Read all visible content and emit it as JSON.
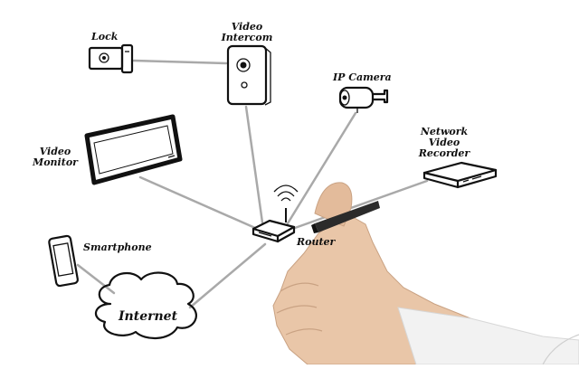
{
  "diagram": {
    "nodes": {
      "lock": {
        "label": "Lock",
        "icon": "lock-icon"
      },
      "video_intercom": {
        "label_line1": "Video",
        "label_line2": "Intercom",
        "icon": "video-intercom-icon"
      },
      "ip_camera": {
        "label": "IP Camera",
        "icon": "ip-camera-icon"
      },
      "video_monitor": {
        "label_line1": "Video",
        "label_line2": "Monitor",
        "icon": "video-monitor-icon"
      },
      "nvr": {
        "label_line1": "Network",
        "label_line2": "Video",
        "label_line3": "Recorder",
        "icon": "network-video-recorder-icon"
      },
      "router": {
        "label": "Router",
        "icon": "router-icon"
      },
      "smartphone": {
        "label": "Smartphone",
        "icon": "smartphone-icon"
      },
      "internet": {
        "label": "Internet",
        "icon": "cloud-icon"
      }
    },
    "connections": [
      [
        "lock",
        "video_intercom"
      ],
      [
        "video_intercom",
        "router"
      ],
      [
        "ip_camera",
        "router"
      ],
      [
        "video_monitor",
        "router"
      ],
      [
        "nvr",
        "router"
      ],
      [
        "internet",
        "router"
      ],
      [
        "smartphone",
        "internet"
      ]
    ],
    "colors": {
      "ink": "#111111",
      "connector": "#a9a9a9",
      "skin": "#e9c6a8",
      "marker": "#2b2b2b"
    }
  }
}
